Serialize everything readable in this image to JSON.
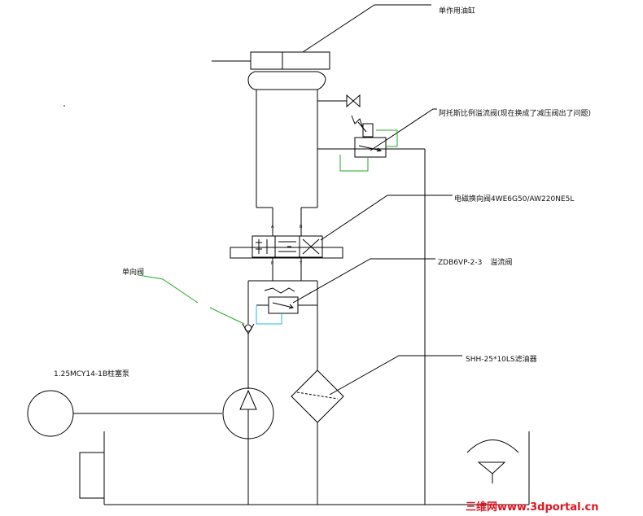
{
  "labels": {
    "cylinder": "单作用油缸",
    "proportional_relief_valve": "阿托斯比例溢流阀(现在换成了减压阀出了问题)",
    "solenoid_valve": "电磁换向阀4WE6G50/AW220NE5L",
    "relief_valve": "ZDB6VP-2-3",
    "relief_valve_suffix": "溢流阀",
    "check_valve": "单向阀",
    "pump": "1.25MCY14-1B柱塞泵",
    "filter": "SHH-25*10LS滤油器"
  },
  "ports": {
    "a": "A",
    "b": "B",
    "p": "P",
    "t": "T"
  },
  "watermark": "三维网www.3dportal.cn",
  "colors": {
    "line": "#000000",
    "green": "#22aa22",
    "cyan": "#22bbdd",
    "watermark": "#e0141e"
  }
}
